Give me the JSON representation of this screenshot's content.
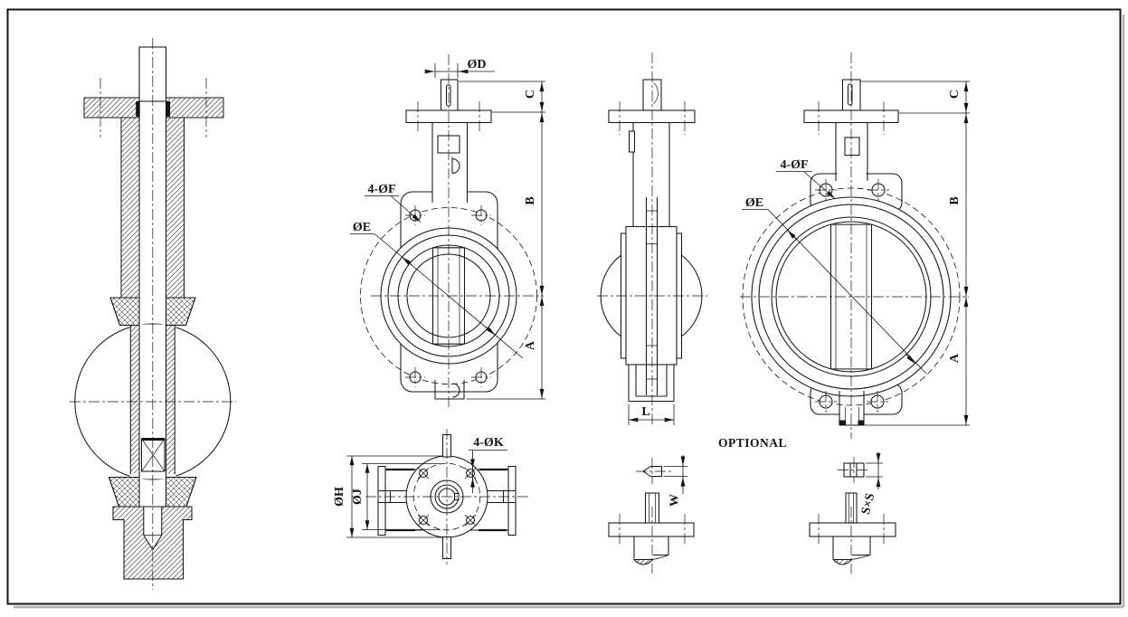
{
  "page": {
    "background": "#ffffff",
    "line_color": "#141414",
    "shadow_color": "#b0b0b0"
  },
  "views": {
    "front_small": {
      "labels": {
        "stem_dia": "ØD",
        "c": "C",
        "b": "B",
        "a": "A",
        "holes": "4-ØF",
        "seat": "ØE"
      }
    },
    "top": {
      "labels": {
        "outer_dia": "ØH",
        "bolt_circle_dia": "ØJ",
        "holes": "4-ØK"
      }
    },
    "side": {
      "labels": {
        "face_to_face": "L"
      }
    },
    "front_large": {
      "labels": {
        "holes": "4-ØF",
        "seat": "ØE",
        "c": "C",
        "b": "B",
        "a": "A"
      }
    }
  },
  "details": {
    "note": "OPTIONAL",
    "key_width": "W",
    "square_stem": "S×S"
  }
}
